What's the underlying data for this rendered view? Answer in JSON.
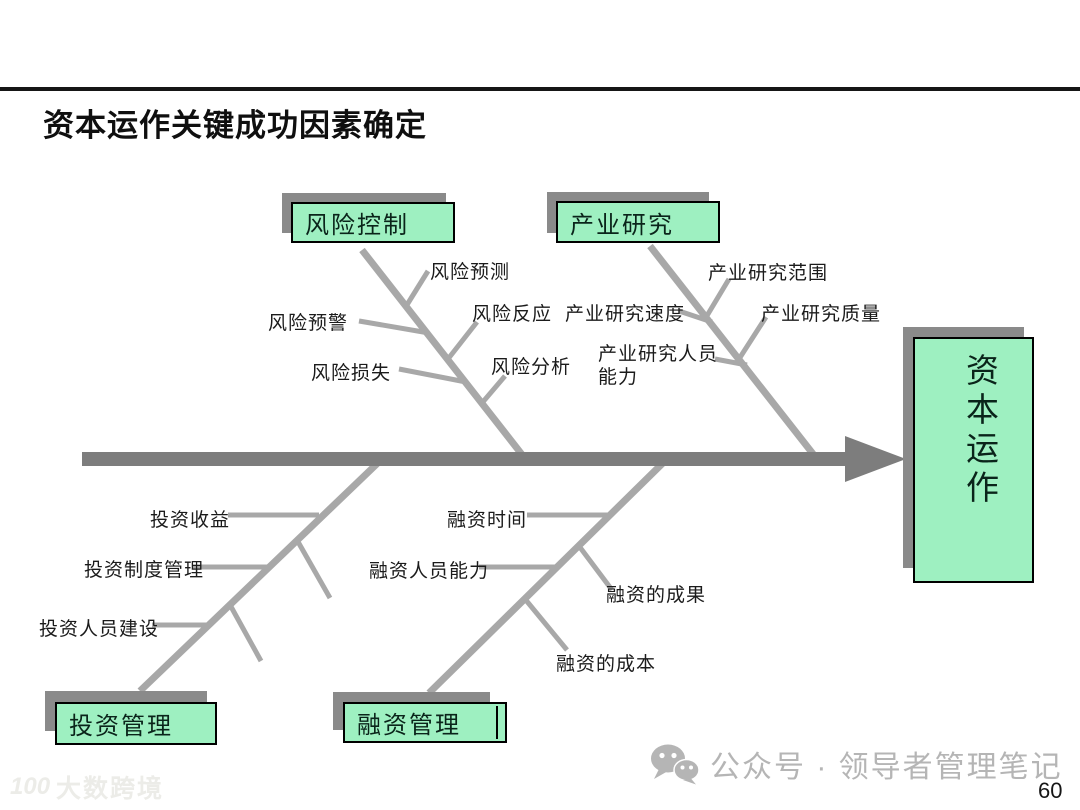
{
  "page": {
    "title": "资本运作关键成功因素确定"
  },
  "diagram": {
    "type": "fishbone",
    "head_label": "资本运作",
    "branches": {
      "risk": {
        "box_label": "风险控制",
        "factors": [
          "风险预测",
          "风险预警",
          "风险反应",
          "风险损失",
          "风险分析"
        ]
      },
      "industry": {
        "box_label": "产业研究",
        "factors": [
          "产业研究范围",
          "产业研究速度",
          "产业研究质量",
          "产业研究人员能力"
        ]
      },
      "investment": {
        "box_label": "投资管理",
        "factors": [
          "投资收益",
          "投资制度管理",
          "投资人员建设"
        ]
      },
      "financing": {
        "box_label": "融资管理",
        "factors": [
          "融资时间",
          "融资人员能力",
          "融资的成果",
          "融资的成本"
        ]
      }
    }
  },
  "footer": {
    "brand_watermark_logo": "100",
    "brand_watermark_text": "大数跨境",
    "wechat_watermark_text": "公众号 · 领导者管理笔记",
    "page_number": "60"
  },
  "colors": {
    "box_fill": "#9ef0c1",
    "box_border": "#000000",
    "box_shadow": "#8a8a8a",
    "spine": "#7d7d7d",
    "bone": "#a8a8a8",
    "watermark_gray": "#b5b5b5"
  }
}
